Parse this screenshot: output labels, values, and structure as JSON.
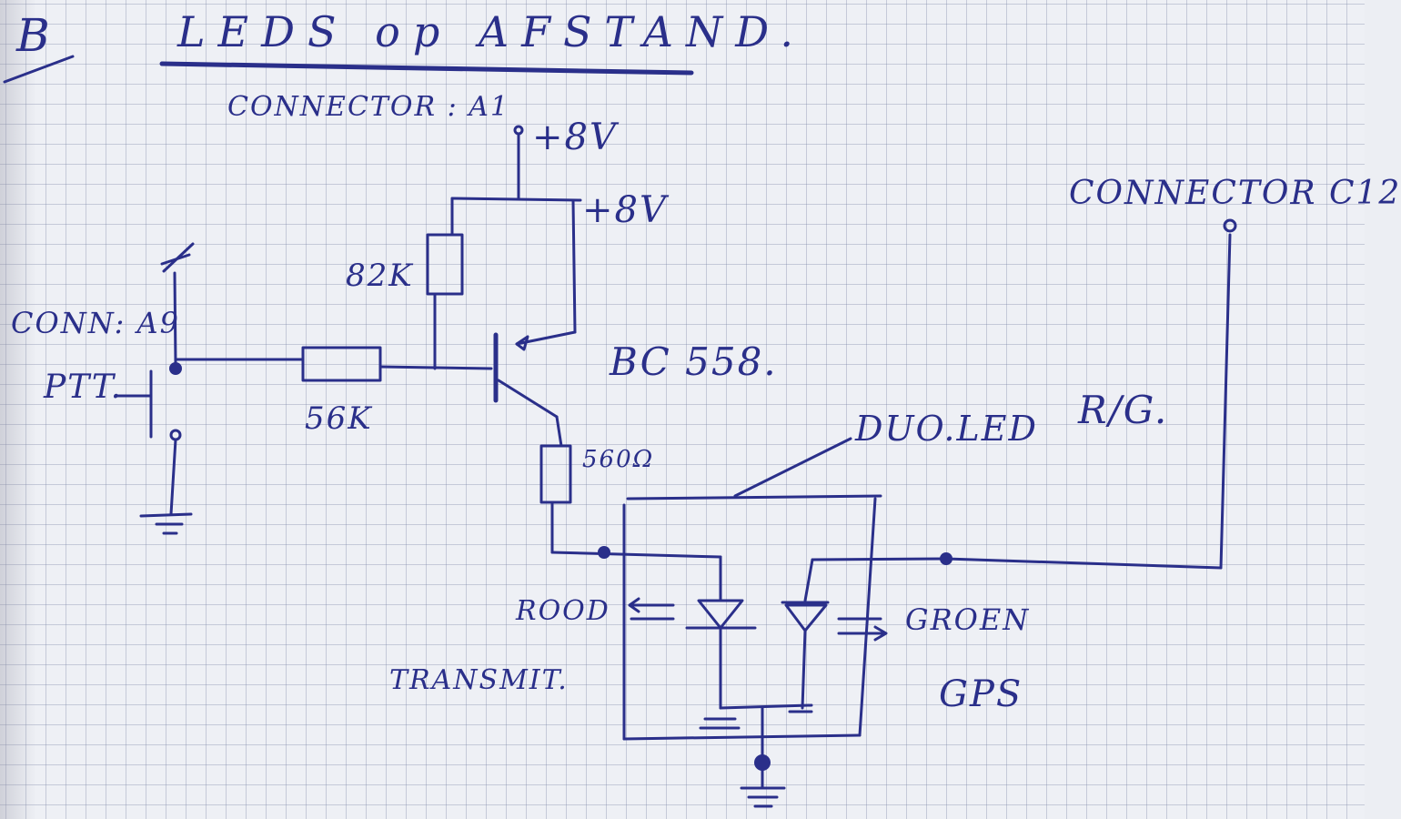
{
  "sheet_letter": "B",
  "title": "LEDS op AFSTAND.",
  "labels": {
    "connector_a1": "CONNECTOR : A1",
    "supply_a": "+8V",
    "supply_b": "+8V",
    "connector_c12": "CONNECTOR C12",
    "r1": "82K",
    "conn_a9": "CONN: A9",
    "ptt": "PTT.",
    "r2": "56K",
    "transistor": "BC 558.",
    "r3": "560Ω",
    "duo_led": "DUO.LED",
    "rg": "R/G.",
    "rood": "ROOD",
    "groen": "GROEN",
    "transmit": "TRANSMIT.",
    "gps": "GPS"
  },
  "colors": {
    "ink": "#2a2f8a",
    "paper": "#eef0f5",
    "grid": "#8c95b5"
  }
}
